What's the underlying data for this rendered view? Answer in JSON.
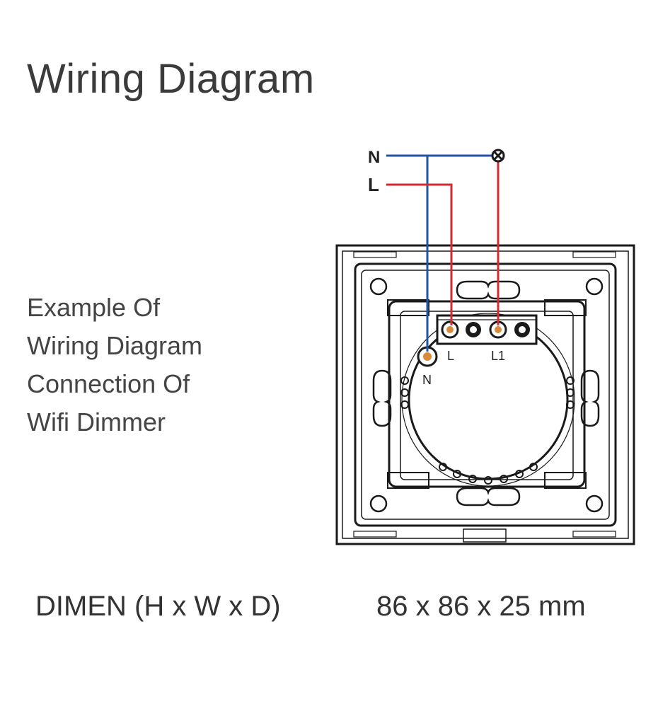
{
  "title": "Wiring Diagram",
  "description": [
    "Example Of",
    "Wiring Diagram",
    "Connection Of",
    "Wifi Dimmer"
  ],
  "wires": {
    "neutral_label": "N",
    "live_label": "L"
  },
  "terminals": {
    "n": "N",
    "l": "L",
    "l1": "L1"
  },
  "dimensions": {
    "label": "DIMEN (H x W x D)",
    "value": "86 x 86 x 25 mm"
  },
  "colors": {
    "neutral_wire": "#2255a0",
    "live_wire": "#d42a32",
    "outline": "#1a1a1a",
    "terminal": "#d98a3a"
  }
}
